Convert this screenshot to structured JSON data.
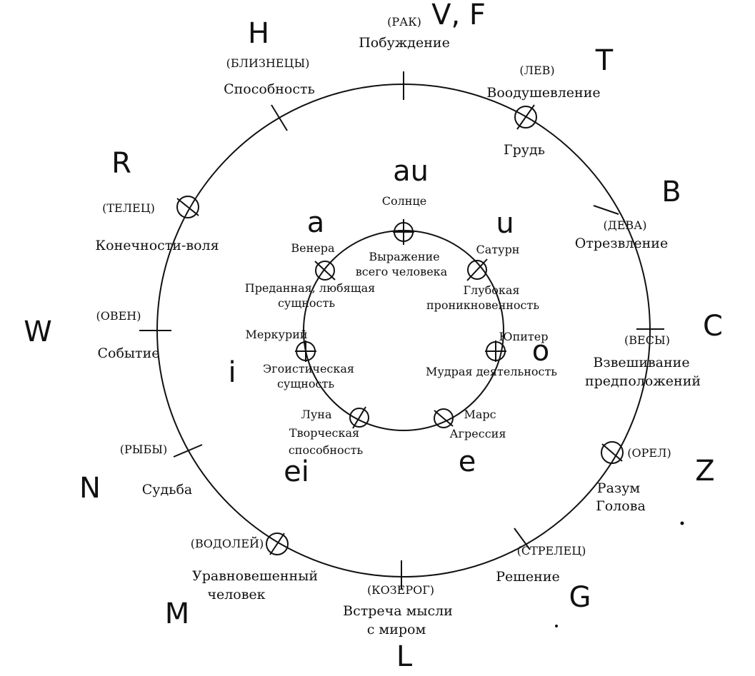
{
  "zodiac": {
    "rak": {
      "sign": "(РАК)",
      "quality": "Побуждение"
    },
    "lev": {
      "sign": "(ЛЕВ)",
      "quality": "Воодушевление",
      "body": "Грудь"
    },
    "deva": {
      "sign": "(ДЕВА)",
      "quality": "Отрезвление"
    },
    "vesy": {
      "sign": "(ВЕСЫ)",
      "quality_line1": "Взвешивание",
      "quality_line2": "предположений"
    },
    "orel": {
      "sign": "(ОРЕЛ)",
      "quality": "Разум",
      "body": "Голова"
    },
    "strelets": {
      "sign": "(СТРЕЛЕЦ)",
      "quality": "Решение"
    },
    "kozerog": {
      "sign": "(КОЗЕРОГ)",
      "quality_line1": "Встреча мысли",
      "quality_line2": "с миром"
    },
    "vodoley": {
      "sign": "(ВОДОЛЕЙ)",
      "quality_line1": "Уравновешенный",
      "quality_line2": "человек"
    },
    "ryby": {
      "sign": "(РЫБЫ)",
      "quality": "Судьба"
    },
    "oven": {
      "sign": "(ОВЕН)",
      "quality": "Событие"
    },
    "telets": {
      "sign": "(ТЕЛЕЦ)",
      "quality": "Конечности-воля"
    },
    "bliznetsy": {
      "sign": "(БЛИЗНЕЦЫ)",
      "quality": "Способность"
    }
  },
  "planets": {
    "solntse": {
      "name": "Солнце",
      "desc_line1": "Выражение",
      "desc_line2": "всего человека"
    },
    "saturn": {
      "name": "Сатурн",
      "desc_line1": "Глубокая",
      "desc_line2": "проникновенность"
    },
    "yupiter": {
      "name": "Юпитер",
      "desc": "Мудрая деятельность"
    },
    "mars": {
      "name": "Марс",
      "desc": "Агрессия"
    },
    "luna": {
      "name": "Луна",
      "desc_line1": "Творческая",
      "desc_line2": "способность"
    },
    "merkuriy": {
      "name": "Меркурий",
      "desc_line1": "Эгоистическая",
      "desc_line2": "сущность"
    },
    "venera": {
      "name": "Венера",
      "desc_line1": "Преданная, любящая",
      "desc_line2": "сущность"
    }
  },
  "handwritten": {
    "outer": {
      "vf": "V, F",
      "t": "T",
      "b": "B",
      "c": "C",
      "z": "Z",
      "g": "G",
      "l": "L",
      "m": "M",
      "n": "N",
      "w": "W",
      "r": "R",
      "h": "H"
    },
    "inner": {
      "au": "au",
      "u": "u",
      "o": "o",
      "e": "e",
      "ei": "ei",
      "i": "i",
      "a": "a"
    }
  }
}
